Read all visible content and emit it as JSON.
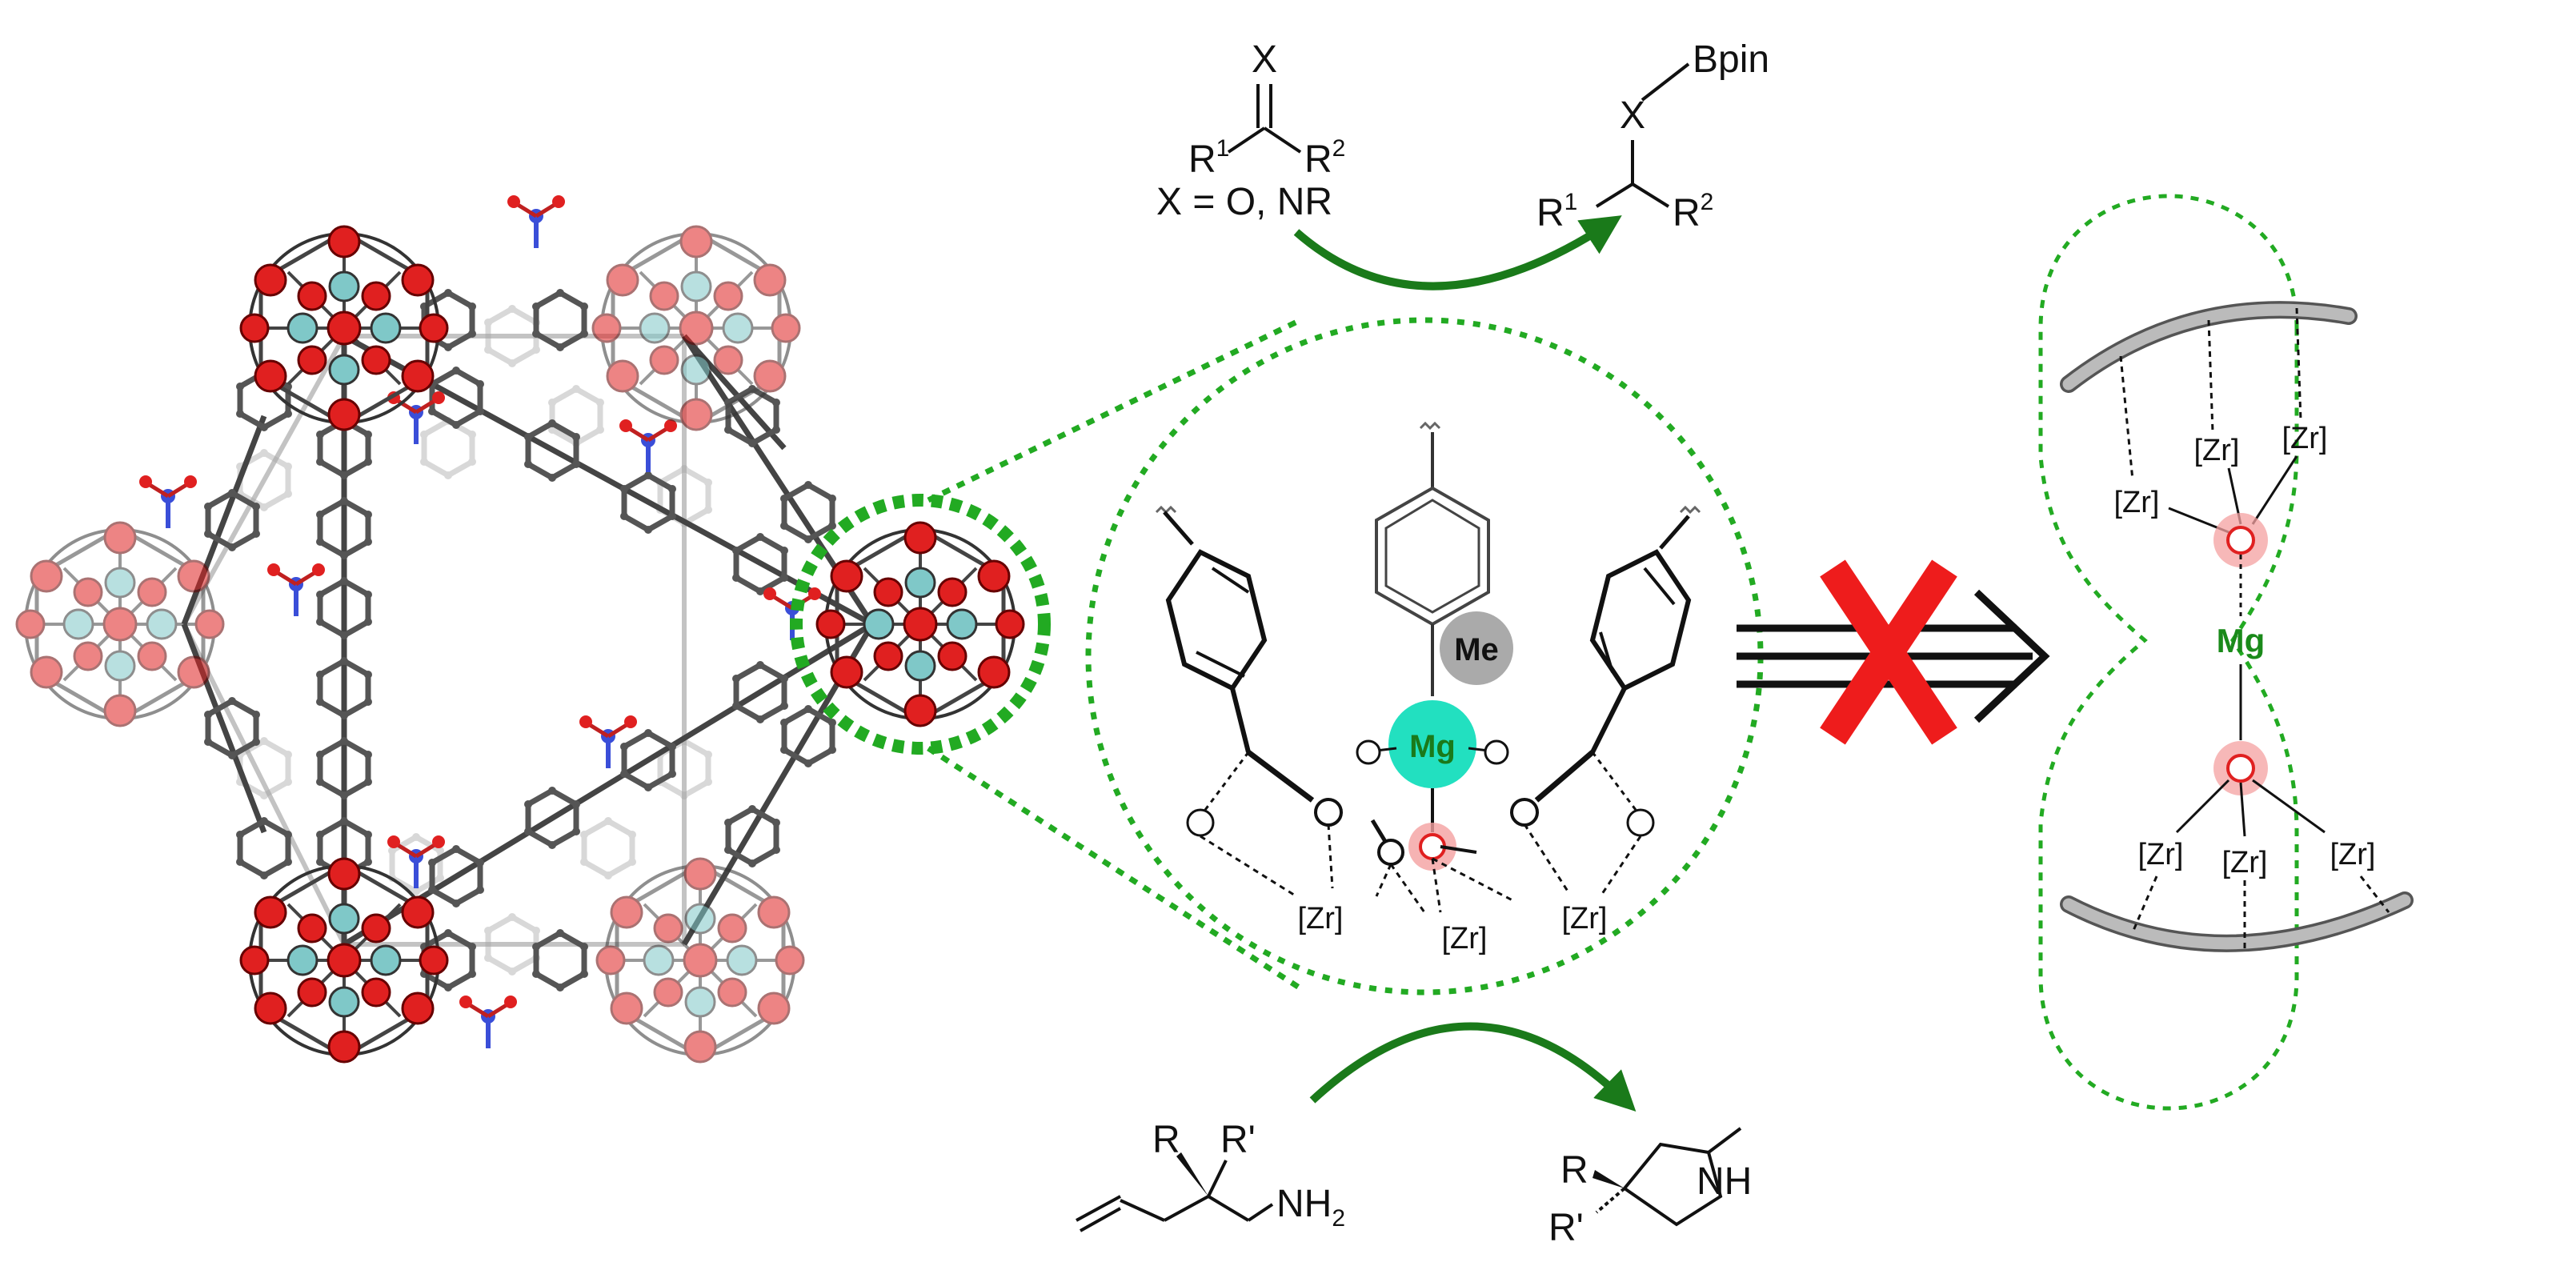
{
  "top_reaction": {
    "reactant_X": "X",
    "reactant_R1": "R",
    "reactant_R1_sup": "1",
    "reactant_R2": "R",
    "reactant_R2_sup": "2",
    "x_definition": "X = O, NR",
    "product_X": "X",
    "product_Bpin": "Bpin",
    "product_R1": "R",
    "product_R1_sup": "1",
    "product_R2": "R",
    "product_R2_sup": "2"
  },
  "bottom_reaction": {
    "reactant_R": "R",
    "reactant_Rprime": "R'",
    "reactant_amine": "NH",
    "reactant_amine_sub": "2",
    "product_R": "R",
    "product_Rprime": "R'",
    "product_NH": "NH"
  },
  "active_site": {
    "methyl_label": "Me",
    "metal_label": "Mg",
    "zr_labels": [
      "[Zr]",
      "[Zr]",
      "[Zr]"
    ]
  },
  "excluded_site": {
    "metal_label": "Mg",
    "zr_top": [
      "[Zr]",
      "[Zr]",
      "[Zr]"
    ],
    "zr_bottom": [
      "[Zr]",
      "[Zr]",
      "[Zr]"
    ]
  },
  "colors": {
    "arrow_green": "#1a7a1a",
    "highlight_green": "#22aa22",
    "oxygen_red": "#e02020",
    "oxygen_pink": "#f4a0a0",
    "magnesium_cyan": "#22e0c0",
    "zirconium_teal": "#7fc8c8",
    "linker_gray": "#555555",
    "cross_red": "#ee1c1c",
    "mg_text_green": "#1a8a1a"
  }
}
